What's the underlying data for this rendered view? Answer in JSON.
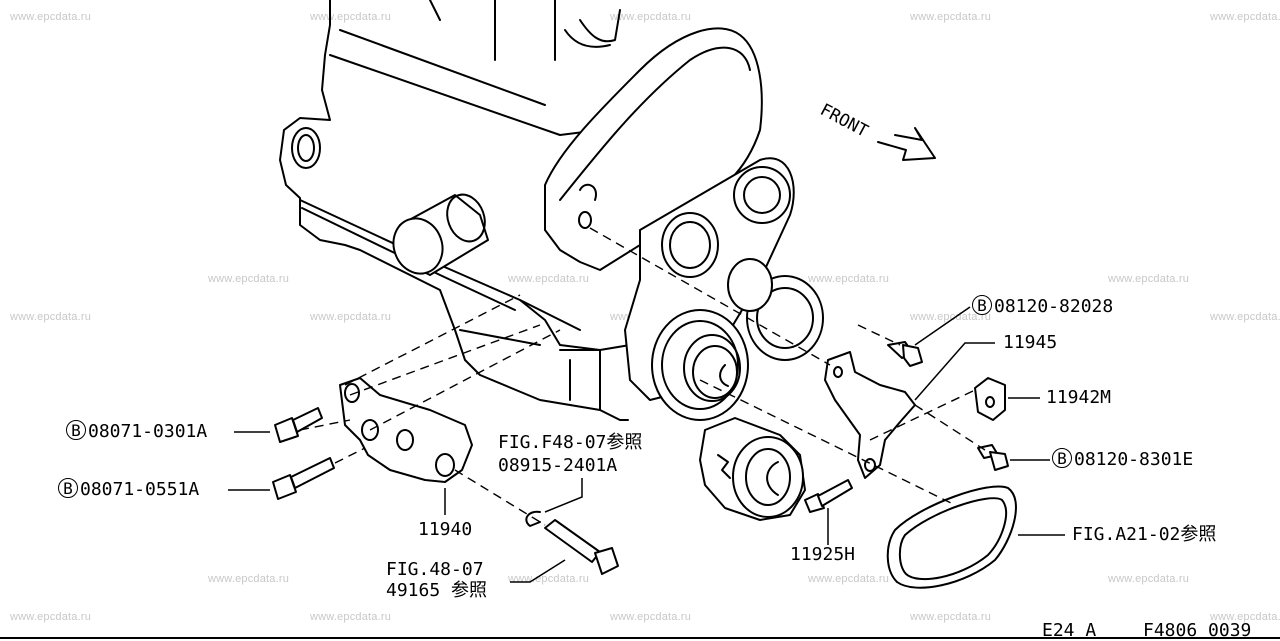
{
  "watermark": "www.epcdata.ru",
  "direction_label": "FRONT",
  "parts": {
    "bolt_upper_left": {
      "prefix": "B",
      "code": "08071-0301A"
    },
    "bolt_lower_left": {
      "prefix": "B",
      "code": "08071-0551A"
    },
    "bracket": {
      "code": "11940"
    },
    "fig_ref_upper": {
      "line1": "FIG.F48-07参照",
      "line2": "08915-2401A"
    },
    "fig_ref_lower": {
      "line1": "FIG.48-07",
      "line2": "49165 参照"
    },
    "bolt_top_right": {
      "prefix": "B",
      "code": "08120-82028"
    },
    "adjust_bar": {
      "code": "11945"
    },
    "nut_block": {
      "code": "11942M"
    },
    "bolt_mid_right": {
      "prefix": "B",
      "code": "08120-8301E"
    },
    "adjust_bolt": {
      "code": "11925H"
    },
    "belt_ref": {
      "text": "FIG.A21-02参照"
    }
  },
  "footer": {
    "engine": "E24 A",
    "figure": "F4806 0039"
  }
}
